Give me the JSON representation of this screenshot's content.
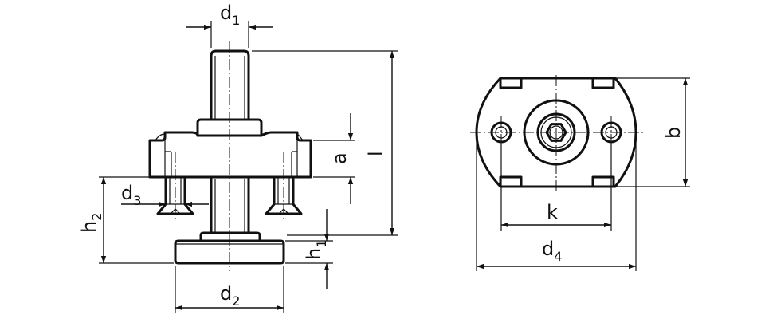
{
  "labels": {
    "d1": {
      "main": "d",
      "sub": "1"
    },
    "d2": {
      "main": "d",
      "sub": "2"
    },
    "d3": {
      "main": "d",
      "sub": "3"
    },
    "d4": {
      "main": "d",
      "sub": "4"
    },
    "h1": {
      "main": "h",
      "sub": "1"
    },
    "h2": {
      "main": "h",
      "sub": "2"
    },
    "a": "a",
    "l": "l",
    "k": "k",
    "b": "b"
  }
}
